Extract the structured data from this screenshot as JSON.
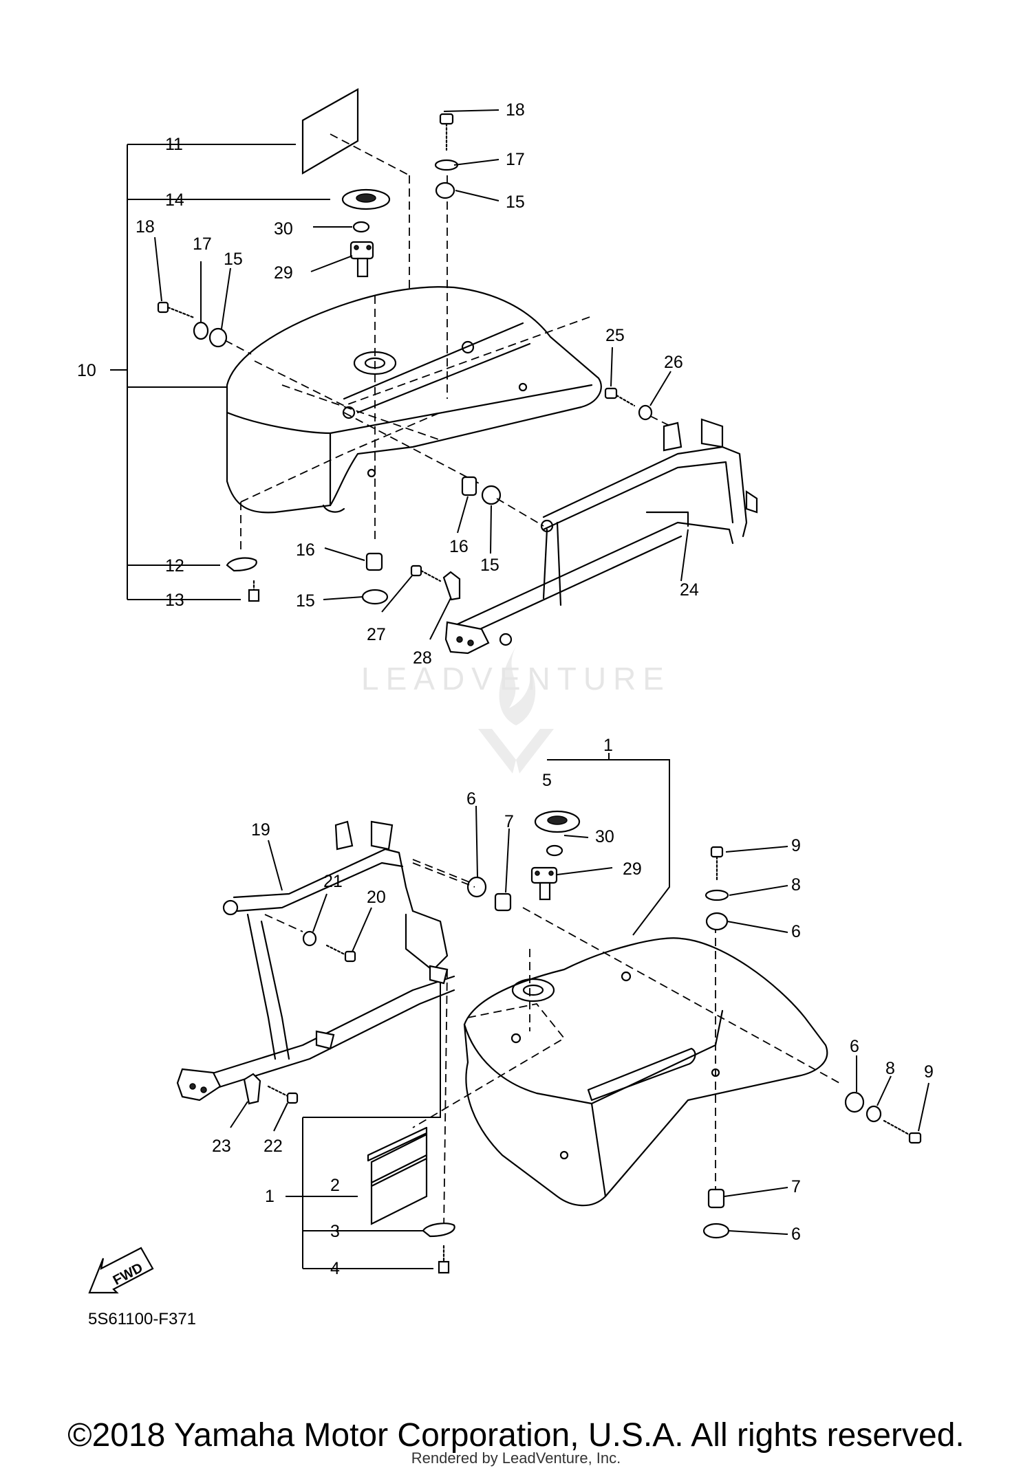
{
  "callouts": {
    "c1_top": "1",
    "c1_left": "1",
    "c2": "2",
    "c3": "3",
    "c4": "4",
    "c5": "5",
    "c6_a": "6",
    "c6_b": "6",
    "c6_c": "6",
    "c6_d": "6",
    "c7_a": "7",
    "c7_b": "7",
    "c8_a": "8",
    "c8_b": "8",
    "c9_a": "9",
    "c9_b": "9",
    "c10": "10",
    "c11": "11",
    "c12": "12",
    "c13": "13",
    "c14": "14",
    "c15_a": "15",
    "c15_b": "15",
    "c15_c": "15",
    "c15_d": "15",
    "c16_a": "16",
    "c16_b": "16",
    "c17_a": "17",
    "c17_b": "17",
    "c18_a": "18",
    "c18_b": "18",
    "c19": "19",
    "c20": "20",
    "c21": "21",
    "c22": "22",
    "c23": "23",
    "c24": "24",
    "c25": "25",
    "c26": "26",
    "c27": "27",
    "c28": "28",
    "c29_a": "29",
    "c29_b": "29",
    "c30_a": "30",
    "c30_b": "30"
  },
  "fwd_label": "FWD",
  "diagram_code": "5S61100-F371",
  "watermark": "LEADVENTURE",
  "copyright": "©2018 Yamaha Motor Corporation, U.S.A. All rights reserved.",
  "rendered_by": "Rendered by LeadVenture, Inc."
}
